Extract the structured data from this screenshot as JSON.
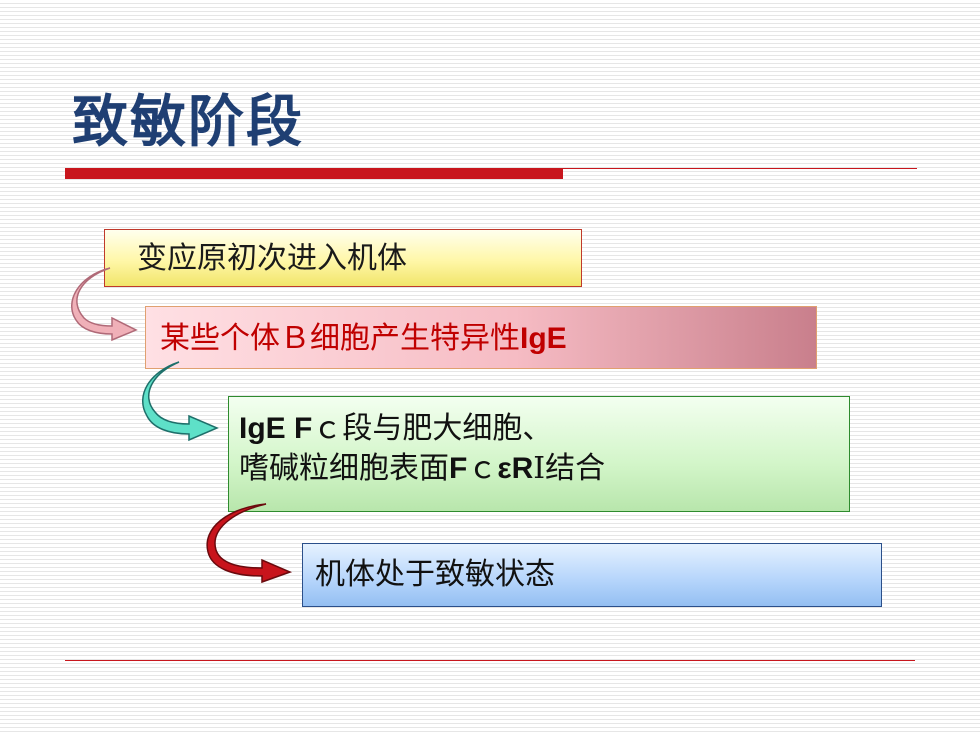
{
  "slide": {
    "title": "致敏阶段",
    "steps": [
      {
        "text": "变应原初次进入机体"
      },
      {
        "text_cn": "某些个体Ｂ细胞产生特异性",
        "text_latin": "IgE"
      },
      {
        "line1_latin": "IgE F",
        "line1_rest": "ｃ段与肥大细胞、",
        "line2_cn": "嗜碱粒细胞表面",
        "line2_latin1": "F",
        "line2_c": "ｃ",
        "line2_latin2": "εR",
        "line2_roman": "Ⅰ",
        "line2_tail": "结合"
      },
      {
        "text": "机体处于致敏状态"
      }
    ]
  },
  "colors": {
    "title": "#1f3f73",
    "rule": "#c8161d",
    "step1_fill": "#fff7a8",
    "step2_fill": "#f6bcc4",
    "step2_text": "#c00000",
    "step3_fill": "#d2f5c8",
    "step4_fill": "#b4d4fb",
    "arrow1": "#f0b0b8",
    "arrow2": "#5ee0c8",
    "arrow3": "#c8141c"
  },
  "icons": [
    "curved-arrow-pink-icon",
    "curved-arrow-teal-icon",
    "curved-arrow-red-icon"
  ]
}
